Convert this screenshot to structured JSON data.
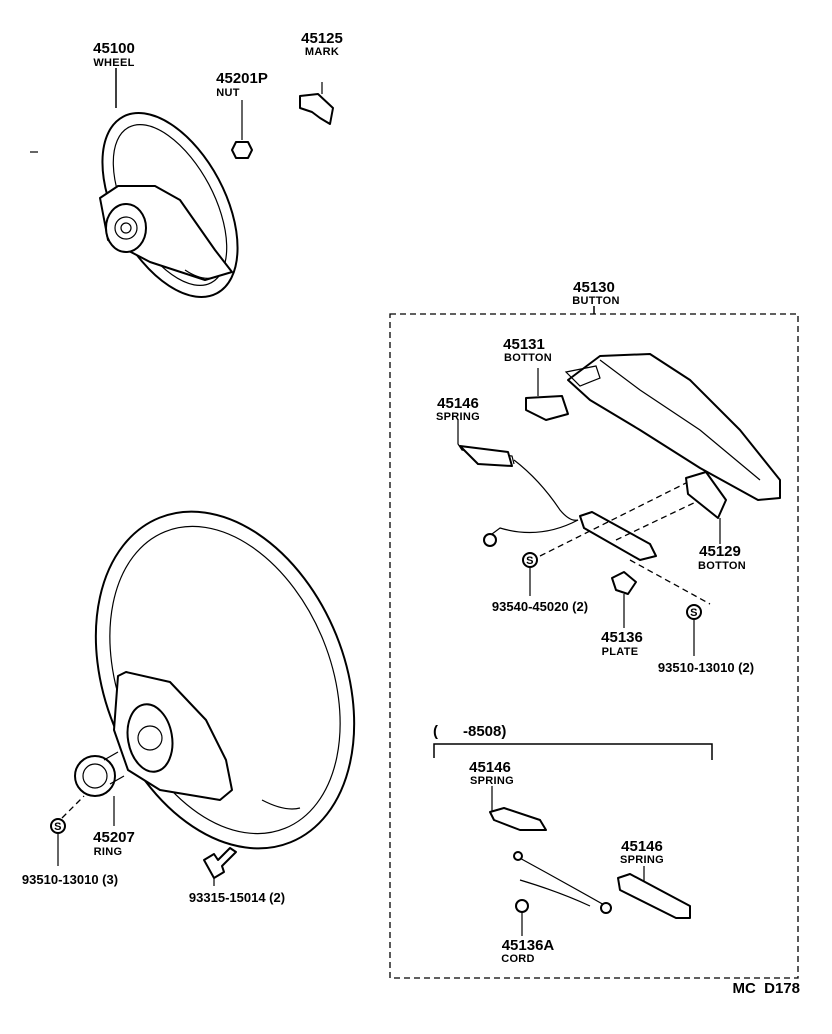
{
  "parts": {
    "wheel": {
      "number": "45100",
      "name": "WHEEL"
    },
    "mark": {
      "number": "45125",
      "name": "MARK"
    },
    "nut": {
      "number": "45201P",
      "name": "NUT"
    },
    "button": {
      "number": "45130",
      "name": "BUTTON"
    },
    "button_inner": {
      "number": "45131",
      "name": "BOTTON"
    },
    "spring_top": {
      "number": "45146",
      "name": "SPRING"
    },
    "bottom_button": {
      "number": "45129",
      "name": "BOTTON"
    },
    "screw_a": {
      "number": "93540-45020 (2)",
      "name": ""
    },
    "plate": {
      "number": "45136",
      "name": "PLATE"
    },
    "screw_b": {
      "number": "93510-13010 (2)",
      "name": ""
    },
    "date_range": {
      "number": "(      -8508)",
      "name": ""
    },
    "spring_mid": {
      "number": "45146",
      "name": "SPRING"
    },
    "spring_low": {
      "number": "45146",
      "name": "SPRING"
    },
    "cord": {
      "number": "45136A",
      "name": "CORD"
    },
    "ring": {
      "number": "45207",
      "name": "RING"
    },
    "screw_ring": {
      "number": "93510-13010 (3)",
      "name": ""
    },
    "bolt": {
      "number": "93315-15014 (2)",
      "name": ""
    }
  },
  "marks": {
    "s_symbol": "S"
  },
  "footer": {
    "code": "MC  D178"
  }
}
